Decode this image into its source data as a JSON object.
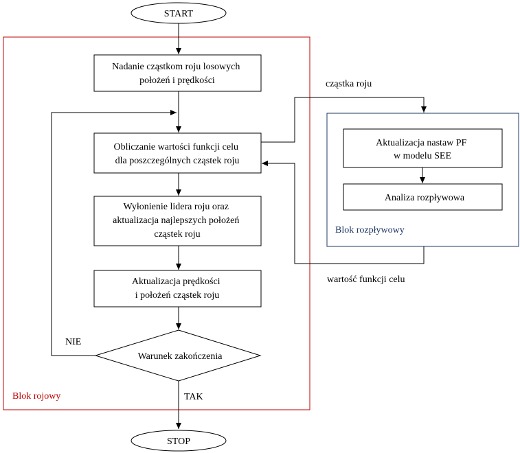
{
  "terminals": {
    "start": "START",
    "stop": "STOP"
  },
  "blocks": {
    "init": [
      "Nadanie cząstkom roju losowych",
      "położeń i prędkości"
    ],
    "evaluate": [
      "Obliczanie wartości funkcji celu",
      "dla poszczególnych cząstek roju"
    ],
    "leader": [
      "Wyłonienie lidera roju oraz",
      "aktualizacja najlepszych położeń",
      "cząstek roju"
    ],
    "update": [
      "Aktualizacja prędkości",
      "i położeń cząstek roju"
    ],
    "condition": "Warunek zakończenia",
    "pf_update": [
      "Aktualizacja nastaw PF",
      "w modelu SEE"
    ],
    "flow_analysis": "Analiza rozpływowa"
  },
  "labels": {
    "no": "NIE",
    "yes": "TAK",
    "particle": "cząstka roju",
    "objective_value": "wartość funkcji celu",
    "swarm_block": "Blok rojowy",
    "flow_block": "Blok rozpływowy"
  },
  "colors": {
    "swarm_border": "#c00000",
    "flow_border": "#1f3864",
    "line": "#000000"
  }
}
